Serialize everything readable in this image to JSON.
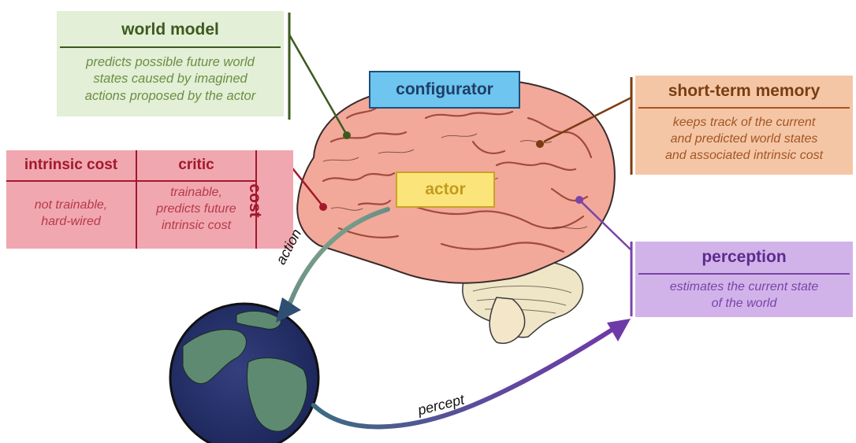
{
  "world_model": {
    "title": "world model",
    "desc_line1": "predicts possible future world",
    "desc_line2": "states caused by imagined",
    "desc_line3": "actions proposed by the actor"
  },
  "configurator": {
    "title": "configurator"
  },
  "actor": {
    "title": "actor"
  },
  "short_term_memory": {
    "title": "short-term memory",
    "desc_line1": "keeps track of the current",
    "desc_line2": "and predicted world states",
    "desc_line3": "and associated intrinsic cost"
  },
  "cost": {
    "label": "cost",
    "intrinsic_cost": {
      "title": "intrinsic cost",
      "desc_line1": "not trainable,",
      "desc_line2": "hard-wired"
    },
    "critic": {
      "title": "critic",
      "desc_line1": "trainable,",
      "desc_line2": "predicts future",
      "desc_line3": "intrinsic cost"
    }
  },
  "perception": {
    "title": "perception",
    "desc_line1": "estimates the current state",
    "desc_line2": "of the world"
  },
  "arrows": {
    "action": "action",
    "percept": "percept"
  },
  "colors": {
    "world_model": "#3d5a1f",
    "configurator": "#6dc5f0",
    "actor": "#fbe57a",
    "short_term_memory": "#a35523",
    "cost": "#a3182c",
    "perception": "#7a44a8"
  }
}
